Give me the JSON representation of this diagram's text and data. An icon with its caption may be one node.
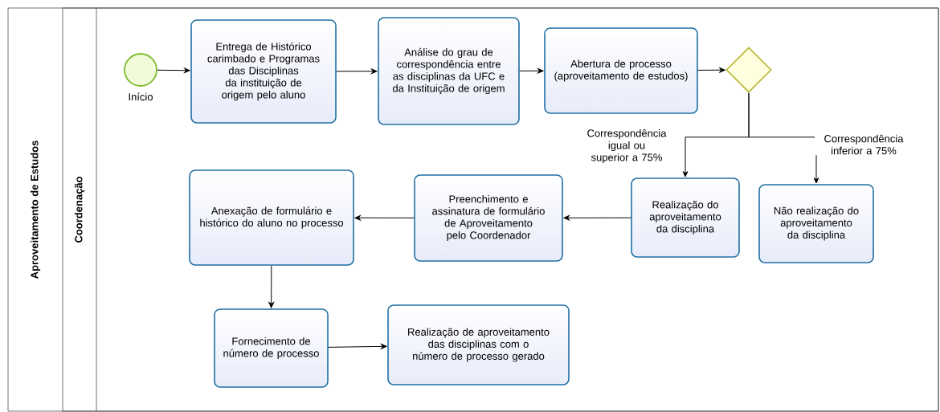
{
  "diagram": {
    "nodes": [
      {
        "text": [
          "Aproveitamento de Estudos"
        ]
      },
      {
        "text": [
          "Coordenação"
        ],
        "in": 0
      },
      {
        "text": [],
        "shape": "circle",
        "beside": [
          "Início"
        ],
        "in": 1
      },
      {
        "text": [
          "Entrega de Histórico carimbado e Programas das Disciplinas da instituição de origem pelo aluno"
        ],
        "in": 1
      },
      {
        "text": [
          "Análise do grau de correspondência entre as disciplinas da UFC e da Instituição de origem"
        ],
        "in": 1
      },
      {
        "text": [
          "Abertura de processo (aproveitamento de estudos)"
        ],
        "in": 1
      },
      {
        "text": [],
        "shape": "diamond",
        "in": 1
      },
      {
        "text": [
          "Realização do aproveitamento da disciplina"
        ],
        "in": 1
      },
      {
        "text": [
          "Não realização do aproveitamento da disciplina"
        ],
        "in": 1
      },
      {
        "text": [
          "Preenchimento e assinatura de formulário de Aproveitamento pelo Coordenador"
        ],
        "in": 1
      },
      {
        "text": [
          "Anexação de formulário e histórico do aluno no processo"
        ],
        "in": 1
      },
      {
        "text": [
          "Fornecimento de número de processo"
        ],
        "in": 1
      },
      {
        "text": [
          "Realização de aproveitamento das disciplinas com o número de processo gerado"
        ],
        "in": 1
      }
    ],
    "edges": [
      {
        "from": 2,
        "to": 3,
        "arrow": "to"
      },
      {
        "from": 3,
        "to": 4,
        "arrow": "to"
      },
      {
        "from": 4,
        "to": 5,
        "arrow": "to"
      },
      {
        "from": 5,
        "to": 6,
        "arrow": "to"
      },
      {
        "from": 6,
        "to": 7,
        "arrow": "to",
        "label": "Correspondência igual ou superior a 75%"
      },
      {
        "from": 6,
        "to": 8,
        "arrow": "to",
        "label": "Correspondência inferior a 75%"
      },
      {
        "from": 7,
        "to": 9,
        "arrow": "to"
      },
      {
        "from": 9,
        "to": 10,
        "arrow": "to"
      },
      {
        "from": 10,
        "to": 11,
        "arrow": "to"
      },
      {
        "from": 11,
        "to": 12,
        "arrow": "to"
      }
    ]
  }
}
